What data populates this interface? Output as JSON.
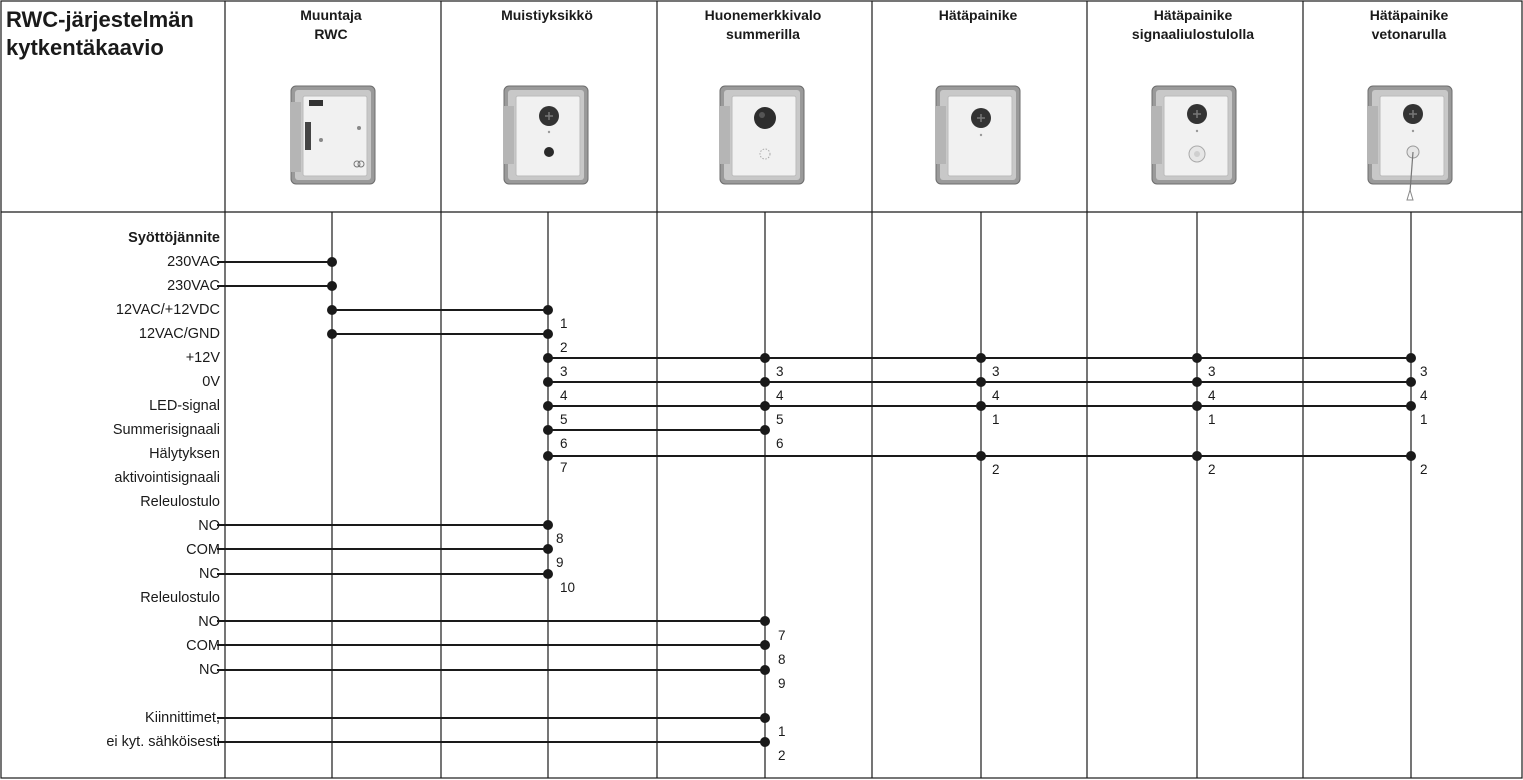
{
  "title": {
    "line1": "RWC-järjestelmän",
    "line2": "kytkentäkaavio"
  },
  "devices": [
    {
      "line1": "Muuntaja",
      "line2": "RWC",
      "icon": "transformer-icon"
    },
    {
      "line1": "Muistiyksikkö",
      "line2": "",
      "icon": "memory-unit-icon"
    },
    {
      "line1": "Huonemerkkivalo",
      "line2": "summerilla",
      "icon": "room-indicator-icon"
    },
    {
      "line1": "Hätäpainike",
      "line2": "",
      "icon": "emergency-button-icon"
    },
    {
      "line1": "Hätäpainike",
      "line2": "signaaliulostulolla",
      "icon": "emergency-button-signal-icon"
    },
    {
      "line1": "Hätäpainike",
      "line2": "vetonarulla",
      "icon": "emergency-pull-cord-icon"
    }
  ],
  "signals": [
    {
      "label": "Syöttöjännite",
      "bold": true
    },
    {
      "label": "230VAC"
    },
    {
      "label": "230VAC"
    },
    {
      "label": "12VAC/+12VDC"
    },
    {
      "label": "12VAC/GND"
    },
    {
      "label": "+12V"
    },
    {
      "label": "0V"
    },
    {
      "label": "LED-signal"
    },
    {
      "label": "Summerisignaali"
    },
    {
      "label": "Hälytyksen"
    },
    {
      "label": "aktivointisignaali"
    },
    {
      "label": "Releulostulo"
    },
    {
      "label": "NO"
    },
    {
      "label": "COM"
    },
    {
      "label": "NC"
    },
    {
      "label": "Releulostulo"
    },
    {
      "label": "NO"
    },
    {
      "label": "COM"
    },
    {
      "label": "NC"
    },
    {
      "label": ""
    },
    {
      "label": "Kiinnittimet,"
    },
    {
      "label": "ei kyt. sähköisesti"
    }
  ],
  "connections": [
    {
      "signal": "230VAC",
      "from": "label",
      "to": "Muuntaja RWC"
    },
    {
      "signal": "230VAC",
      "from": "label",
      "to": "Muuntaja RWC"
    },
    {
      "signal": "12VAC/+12VDC",
      "from": "Muuntaja RWC",
      "to": "Muistiyksikkö",
      "pin": "1"
    },
    {
      "signal": "12VAC/GND",
      "from": "Muuntaja RWC",
      "to": "Muistiyksikkö",
      "pin": "2"
    },
    {
      "signal": "+12V",
      "pins": [
        "Muistiyksikkö 3",
        "Huonemerkkivalo 3",
        "Hätäpainike 3",
        "Hätäpainike signaaliulostulolla 3",
        "Hätäpainike vetonarulla 3"
      ]
    },
    {
      "signal": "0V",
      "pins": [
        "Muistiyksikkö 4",
        "Huonemerkkivalo 4",
        "Hätäpainike 4",
        "Hätäpainike signaaliulostulolla 4",
        "Hätäpainike vetonarulla 4"
      ]
    },
    {
      "signal": "LED-signal",
      "pins": [
        "Muistiyksikkö 5",
        "Huonemerkkivalo 5",
        "Hätäpainike 1",
        "Hätäpainike signaaliulostulolla 1",
        "Hätäpainike vetonarulla 1"
      ]
    },
    {
      "signal": "Summerisignaali",
      "pins": [
        "Muistiyksikkö 6",
        "Huonemerkkivalo 6"
      ]
    },
    {
      "signal": "Hälytyksen aktivointisignaali",
      "pins": [
        "Muistiyksikkö 7",
        "Hätäpainike 2",
        "Hätäpainike signaaliulostulolla 2",
        "Hätäpainike vetonarulla 2"
      ]
    },
    {
      "signal": "NO",
      "pins": [
        "Muistiyksikkö 8"
      ]
    },
    {
      "signal": "COM",
      "pins": [
        "Muistiyksikkö 9"
      ]
    },
    {
      "signal": "NC",
      "pins": [
        "Muistiyksikkö 10"
      ]
    },
    {
      "signal": "NO",
      "pins": [
        "Huonemerkkivalo 7"
      ]
    },
    {
      "signal": "COM",
      "pins": [
        "Huonemerkkivalo 8"
      ]
    },
    {
      "signal": "NC",
      "pins": [
        "Huonemerkkivalo 9"
      ]
    },
    {
      "signal": "Kiinnittimet",
      "pins": [
        "Huonemerkkivalo 1",
        "Huonemerkkivalo 2"
      ]
    }
  ],
  "pin_labels": {
    "mem": [
      "1",
      "2",
      "3",
      "4",
      "5",
      "6",
      "7",
      "8",
      "9",
      "10"
    ],
    "room": [
      "3",
      "4",
      "5",
      "6",
      "7",
      "8",
      "9",
      "1",
      "2"
    ],
    "btn1": [
      "3",
      "4",
      "1",
      "2"
    ],
    "btn2": [
      "3",
      "4",
      "1",
      "2"
    ],
    "btn3": [
      "3",
      "4",
      "1",
      "2"
    ]
  },
  "colors": {
    "line": "#1a1a1a",
    "device_frame": "#8a8a8a",
    "device_plate": "#f2f2f2"
  }
}
